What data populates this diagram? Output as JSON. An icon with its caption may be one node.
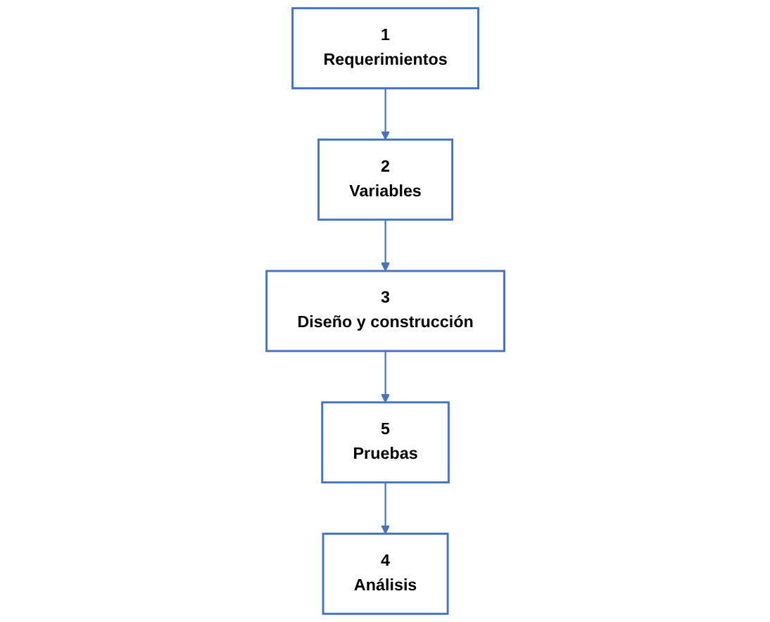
{
  "diagram": {
    "nodes": [
      {
        "text": [
          "1",
          "Requerimientos"
        ]
      },
      {
        "text": [
          "2",
          "Variables"
        ]
      },
      {
        "text": [
          "3",
          "Diseño y construcción"
        ]
      },
      {
        "text": [
          "4",
          "Análisis"
        ]
      },
      {
        "text": [
          "5",
          "Pruebas"
        ]
      }
    ],
    "edges": [
      {
        "from": 0,
        "to": 1,
        "arrow": "to"
      },
      {
        "from": 1,
        "to": 2,
        "arrow": "to"
      },
      {
        "from": 2,
        "to": 4,
        "arrow": "to"
      },
      {
        "from": 4,
        "to": 3,
        "arrow": "to"
      }
    ]
  }
}
